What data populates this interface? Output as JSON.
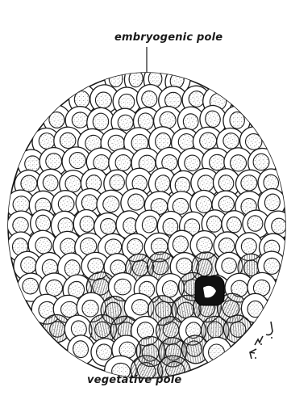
{
  "labels": {
    "top": "embryogenic pole",
    "bottom": "vegetative pole"
  },
  "signature": "F.W.J."
}
